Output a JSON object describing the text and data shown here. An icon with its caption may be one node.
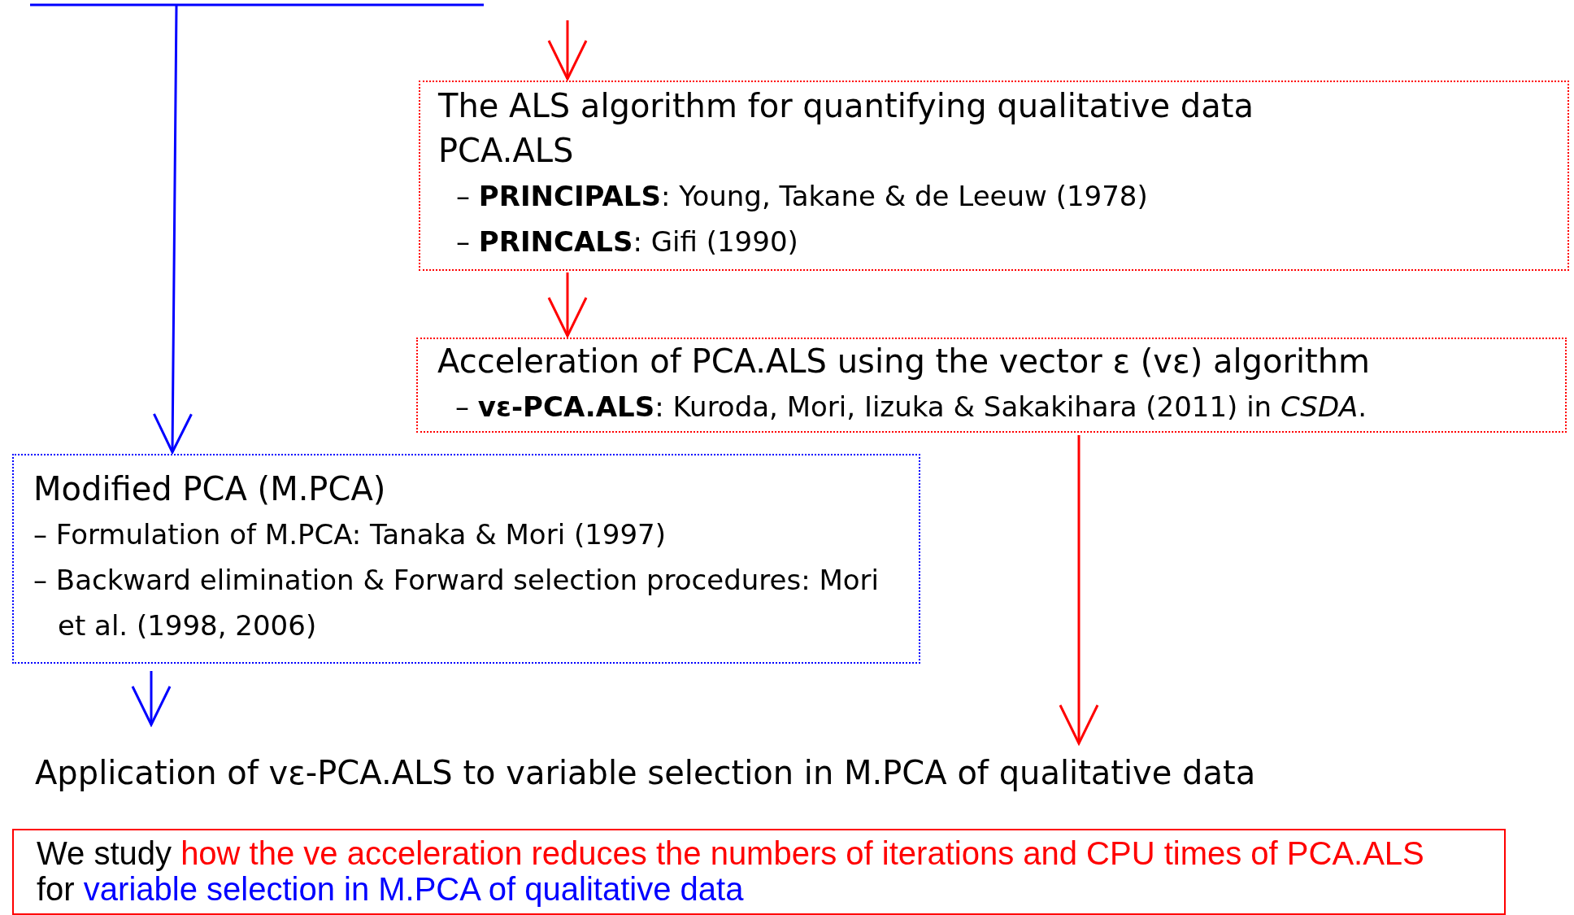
{
  "diagram": {
    "nodes": [
      {
        "text": [
          "The ALS algorithm for quantifying qualitative data",
          "PCA.ALS",
          "– **PRINCIPALS**: Young, Takane & de Leeuw (1978)",
          "– **PRINCALS**: Gifi (1990)"
        ]
      },
      {
        "text": [
          "Acceleration of PCA.ALS using the vector ε (vε) algorithm",
          "– **vε-PCA.ALS**: Kuroda, Mori, Iizuka & Sakakihara (2011) in *CSDA*."
        ]
      },
      {
        "text": [
          "Modified PCA (M.PCA)",
          "– Formulation of M.PCA: Tanaka & Mori (1997)",
          "– Backward elimination & Forward selection procedures: Mori et al. (1998, 2006)"
        ]
      },
      {
        "text": [
          "Application of vε-PCA.ALS to variable selection in M.PCA of qualitative data"
        ]
      },
      {
        "text": [
          "We study",
          "how the ve acceleration reduces the numbers of iterations and CPU times of PCA.ALS",
          "for",
          "variable selection in M.PCA of qualitative data"
        ]
      }
    ],
    "edges": [
      {
        "from": null,
        "to": 0,
        "arrow": "to"
      },
      {
        "from": 0,
        "to": 1,
        "arrow": "to"
      },
      {
        "from": null,
        "to": 2,
        "arrow": "to",
        "color": "#0000ff"
      },
      {
        "from": 1,
        "to": 3,
        "arrow": "to"
      },
      {
        "from": 2,
        "to": 3,
        "arrow": "to",
        "color": "#0000ff"
      }
    ]
  }
}
